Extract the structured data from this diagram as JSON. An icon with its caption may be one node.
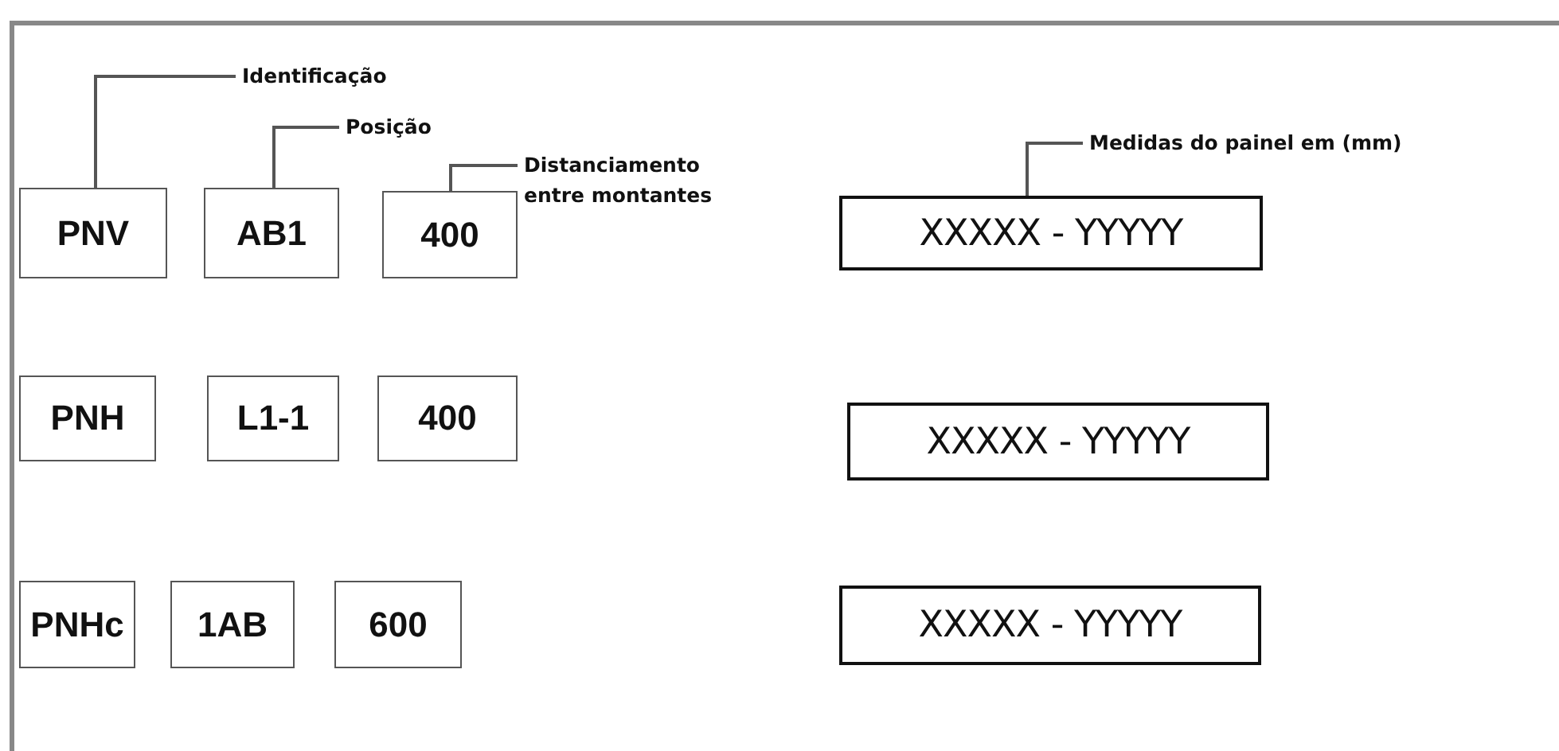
{
  "diagram": {
    "nodes": [
      {
        "text": [
          "Identificação"
        ]
      },
      {
        "text": [
          "Posição"
        ]
      },
      {
        "text": [
          "Distanciamento entre montantes"
        ]
      },
      {
        "text": [
          "Medidas do painel em (mm)"
        ]
      },
      {
        "text": [
          "PNV"
        ]
      },
      {
        "text": [
          "AB1"
        ]
      },
      {
        "text": [
          "400"
        ]
      },
      {
        "text": [
          "XXXXX - YYYYY"
        ]
      },
      {
        "text": [
          "PNH"
        ]
      },
      {
        "text": [
          "L1-1"
        ]
      },
      {
        "text": [
          "400"
        ]
      },
      {
        "text": [
          "XXXXX - YYYYY"
        ]
      },
      {
        "text": [
          "PNHc"
        ]
      },
      {
        "text": [
          "1AB"
        ]
      },
      {
        "text": [
          "600"
        ]
      },
      {
        "text": [
          "XXXXX - YYYYY"
        ]
      }
    ],
    "edges": [
      {
        "from": 0,
        "to": 4,
        "arrow": "none"
      },
      {
        "from": 1,
        "to": 5,
        "arrow": "none"
      },
      {
        "from": 2,
        "to": 6,
        "arrow": "none"
      },
      {
        "from": 3,
        "to": 7,
        "arrow": "none"
      }
    ]
  }
}
